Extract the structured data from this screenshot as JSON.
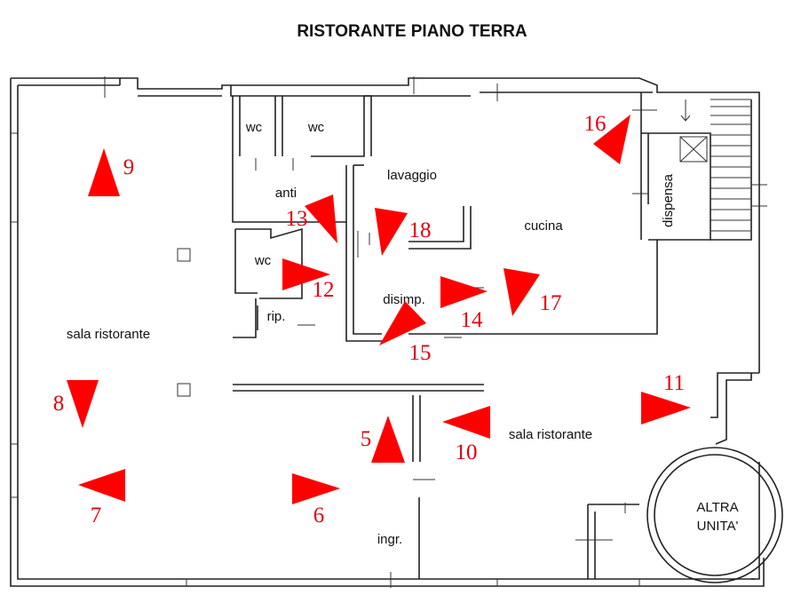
{
  "title": "RISTORANTE PIANO TERRA",
  "rooms": [
    {
      "id": "wc-1",
      "label": "wc"
    },
    {
      "id": "wc-2",
      "label": "wc"
    },
    {
      "id": "wc-3",
      "label": "wc"
    },
    {
      "id": "anti",
      "label": "anti"
    },
    {
      "id": "rip",
      "label": "rip."
    },
    {
      "id": "lavaggio",
      "label": "lavaggio"
    },
    {
      "id": "cucina",
      "label": "cucina"
    },
    {
      "id": "dispensa",
      "label": "dispensa"
    },
    {
      "id": "disimp",
      "label": "disimp."
    },
    {
      "id": "sala-ristorante-1",
      "label": "sala ristorante"
    },
    {
      "id": "sala-ristorante-2",
      "label": "sala ristorante"
    },
    {
      "id": "ingr",
      "label": "ingr."
    },
    {
      "id": "altra-unita-1",
      "label": "ALTRA"
    },
    {
      "id": "altra-unita-2",
      "label": "UNITA'"
    }
  ],
  "viewpoints": [
    {
      "number": "5",
      "direction": "up"
    },
    {
      "number": "6",
      "direction": "right"
    },
    {
      "number": "7",
      "direction": "left"
    },
    {
      "number": "8",
      "direction": "down"
    },
    {
      "number": "9",
      "direction": "up"
    },
    {
      "number": "10",
      "direction": "left"
    },
    {
      "number": "11",
      "direction": "right"
    },
    {
      "number": "12",
      "direction": "right"
    },
    {
      "number": "13",
      "direction": "down-right"
    },
    {
      "number": "14",
      "direction": "right"
    },
    {
      "number": "15",
      "direction": "down-left"
    },
    {
      "number": "16",
      "direction": "up-right"
    },
    {
      "number": "17",
      "direction": "down"
    },
    {
      "number": "18",
      "direction": "down"
    }
  ],
  "colors": {
    "marker": "#ff0000",
    "number": "#e3000f",
    "wall": "#222222"
  }
}
